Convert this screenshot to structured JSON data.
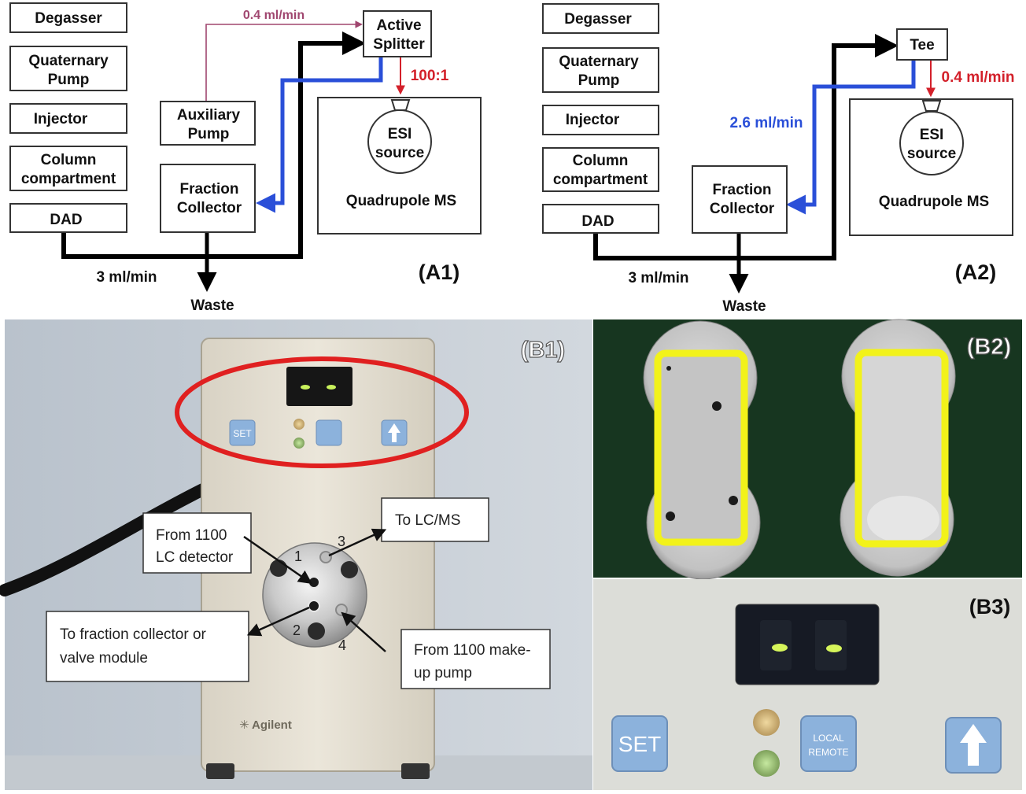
{
  "a1": {
    "tag": "(A1)",
    "degasser": "Degasser",
    "pump_line1": "Quaternary",
    "pump_line2": "Pump",
    "injector": "Injector",
    "column_line1": "Column",
    "column_line2": "compartment",
    "dad": "DAD",
    "aux_line1": "Auxiliary",
    "aux_line2": "Pump",
    "fraction_line1": "Fraction",
    "fraction_line2": "Collector",
    "splitter_line1": "Active",
    "splitter_line2": "Splitter",
    "esi_line1": "ESI",
    "esi_line2": "source",
    "ms": "Quadrupole MS",
    "flow_aux": "0.4 ml/min",
    "split_ratio": "100:1",
    "flow_main": "3 ml/min",
    "waste": "Waste"
  },
  "a2": {
    "tag": "(A2)",
    "degasser": "Degasser",
    "pump_line1": "Quaternary",
    "pump_line2": "Pump",
    "injector": "Injector",
    "column_line1": "Column",
    "column_line2": "compartment",
    "dad": "DAD",
    "fraction_line1": "Fraction",
    "fraction_line2": "Collector",
    "tee": "Tee",
    "esi_line1": "ESI",
    "esi_line2": "source",
    "ms": "Quadrupole MS",
    "flow_ms": "0.4 ml/min",
    "flow_fraction": "2.6 ml/min",
    "flow_main": "3 ml/min",
    "waste": "Waste"
  },
  "b1": {
    "tag": "(B1)",
    "callout_detector_line1": "From 1100",
    "callout_detector_line2": "LC detector",
    "callout_lcms": "To LC/MS",
    "callout_fraction_line1": "To fraction collector or",
    "callout_fraction_line2": "valve module",
    "callout_makeup_line1": "From 1100 make-",
    "callout_makeup_line2": "up pump",
    "port1": "1",
    "port2": "2",
    "port3": "3",
    "port4": "4",
    "set_button": "SET",
    "brand": "Agilent"
  },
  "b2": {
    "tag": "(B2)"
  },
  "b3": {
    "tag": "(B3)",
    "set_button": "SET",
    "local_line1": "LOCAL",
    "local_line2": "REMOTE"
  },
  "colors": {
    "main_flow": "#000000",
    "fraction_flow": "#2a4fd8",
    "ms_flow": "#d3202a",
    "aux_flow": "#a0466f",
    "highlight_ellipse": "#e02020",
    "highlight_rect": "#f2f21a"
  }
}
